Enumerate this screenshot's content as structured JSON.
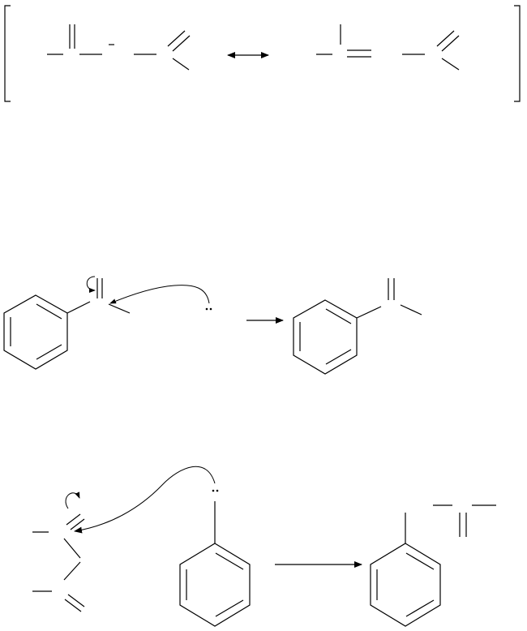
{
  "title": "",
  "panels": [
    {
      "id": "resonance",
      "structures": 2,
      "relation": "resonance"
    },
    {
      "id": "reaction-1",
      "aromatic_rings": 2,
      "relation": "forward"
    },
    {
      "id": "reaction-2",
      "aromatic_rings": 2,
      "relation": "forward"
    }
  ],
  "colors": {
    "ink": "#000000",
    "background": "#ffffff"
  },
  "icons": [
    "double-headed-arrow-icon",
    "reaction-arrow-icon",
    "curved-arrow-icon",
    "lone-pair-icon"
  ]
}
